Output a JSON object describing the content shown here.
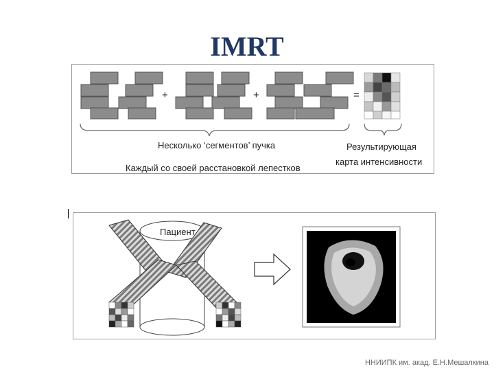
{
  "title": "IMRT",
  "top_panel": {
    "plus_sign": "+",
    "equals_sign": "=",
    "label_segments": "Несколько ‘сегментов’ пучка",
    "label_each": "Каждый со своей расстановкой лепестков",
    "label_result_line1": "Результирующая",
    "label_result_line2": "карта интенсивности"
  },
  "bottom_panel": {
    "patient_label": "Пациент"
  },
  "footer": "ННИИПК им. акад. Е.Н.Мешалкина"
}
